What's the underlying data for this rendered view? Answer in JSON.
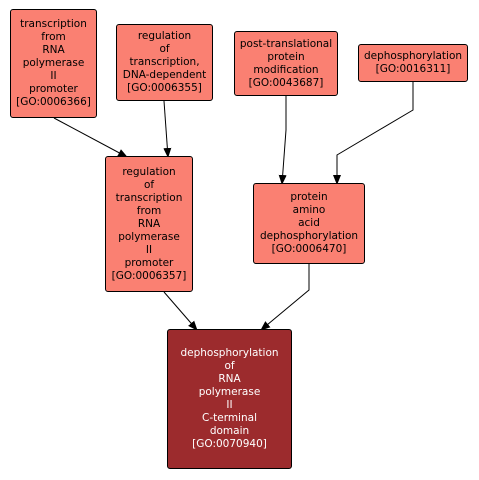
{
  "diagram": {
    "colors": {
      "node_fill": "#fa8072",
      "focus_fill": "#9c2b2d",
      "focus_text": "#ffffff",
      "border": "#000000",
      "edge": "#000000"
    },
    "nodes": {
      "go0006366": {
        "lines": [
          "transcription",
          "from",
          "RNA",
          "polymerase",
          "II",
          "promoter",
          "[GO:0006366]"
        ]
      },
      "go0006355": {
        "lines": [
          "regulation",
          "of",
          "transcription,",
          "DNA-dependent",
          "[GO:0006355]"
        ]
      },
      "go0043687": {
        "lines": [
          "post-translational",
          "protein",
          "modification",
          "[GO:0043687]"
        ]
      },
      "go0016311": {
        "lines": [
          "dephosphorylation",
          "[GO:0016311]"
        ]
      },
      "go0006357": {
        "lines": [
          "regulation",
          "of",
          "transcription",
          "from",
          "RNA",
          "polymerase",
          "II",
          "promoter",
          "[GO:0006357]"
        ]
      },
      "go0006470": {
        "lines": [
          "protein",
          "amino",
          "acid",
          "dephosphorylation",
          "[GO:0006470]"
        ]
      },
      "go0070940": {
        "lines": [
          "dephosphorylation",
          "of",
          "RNA",
          "polymerase",
          "II",
          "C-terminal",
          "domain",
          "[GO:0070940]"
        ]
      }
    },
    "edges": [
      {
        "from": "go0006366",
        "to": "go0006357"
      },
      {
        "from": "go0006355",
        "to": "go0006357"
      },
      {
        "from": "go0043687",
        "to": "go0006470"
      },
      {
        "from": "go0016311",
        "to": "go0006470"
      },
      {
        "from": "go0006357",
        "to": "go0070940"
      },
      {
        "from": "go0006470",
        "to": "go0070940"
      }
    ]
  }
}
